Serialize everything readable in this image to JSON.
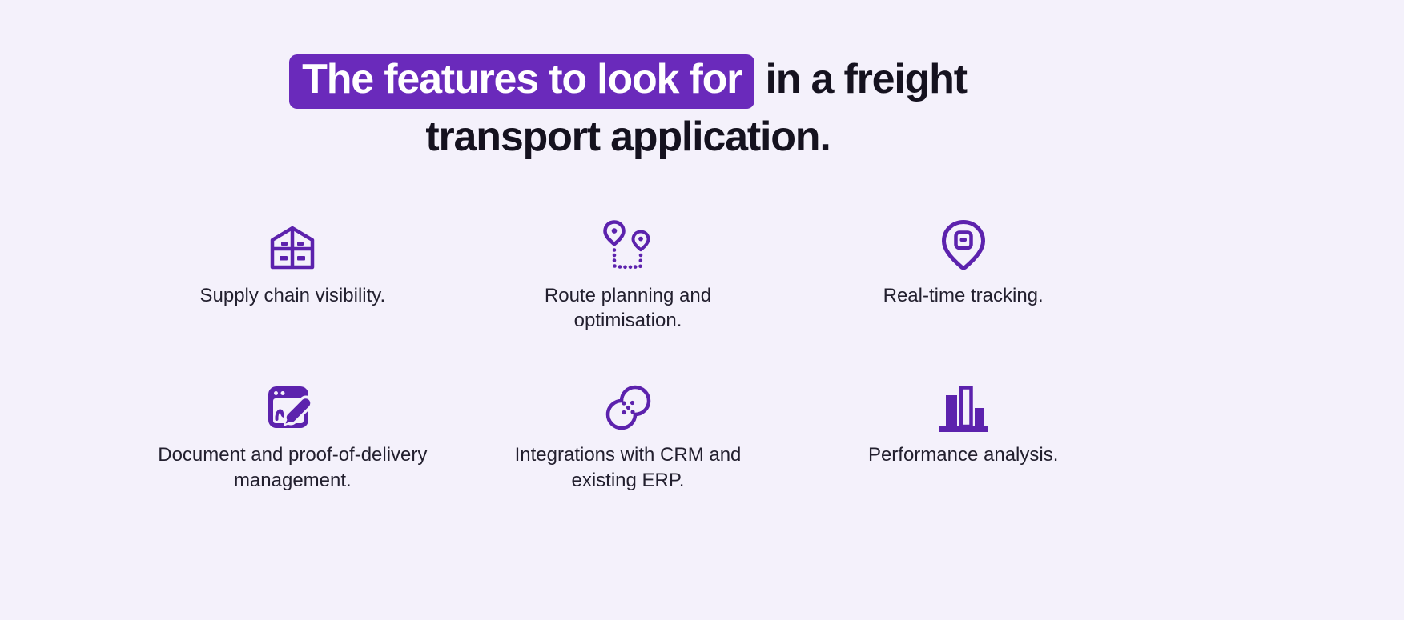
{
  "theme": {
    "background": "#f4f1fb",
    "accent": "#6a2abb",
    "icon_color": "#5c22ad",
    "heading_color": "#15121f",
    "label_color": "#221f2e",
    "highlight_text_color": "#ffffff"
  },
  "heading": {
    "highlighted_text": "The features to look for",
    "rest_text": "in a freight transport application."
  },
  "features": [
    {
      "icon": "warehouse-icon",
      "label": "Supply chain visibility."
    },
    {
      "icon": "route-planning-icon",
      "label": "Route planning and\noptimisation."
    },
    {
      "icon": "tracking-pin-icon",
      "label": "Real-time tracking."
    },
    {
      "icon": "document-signature-icon",
      "label": "Document and proof-of-delivery\nmanagement."
    },
    {
      "icon": "integration-icon",
      "label": "Integrations with CRM and\nexisting ERP."
    },
    {
      "icon": "bar-chart-icon",
      "label": "Performance analysis."
    }
  ]
}
